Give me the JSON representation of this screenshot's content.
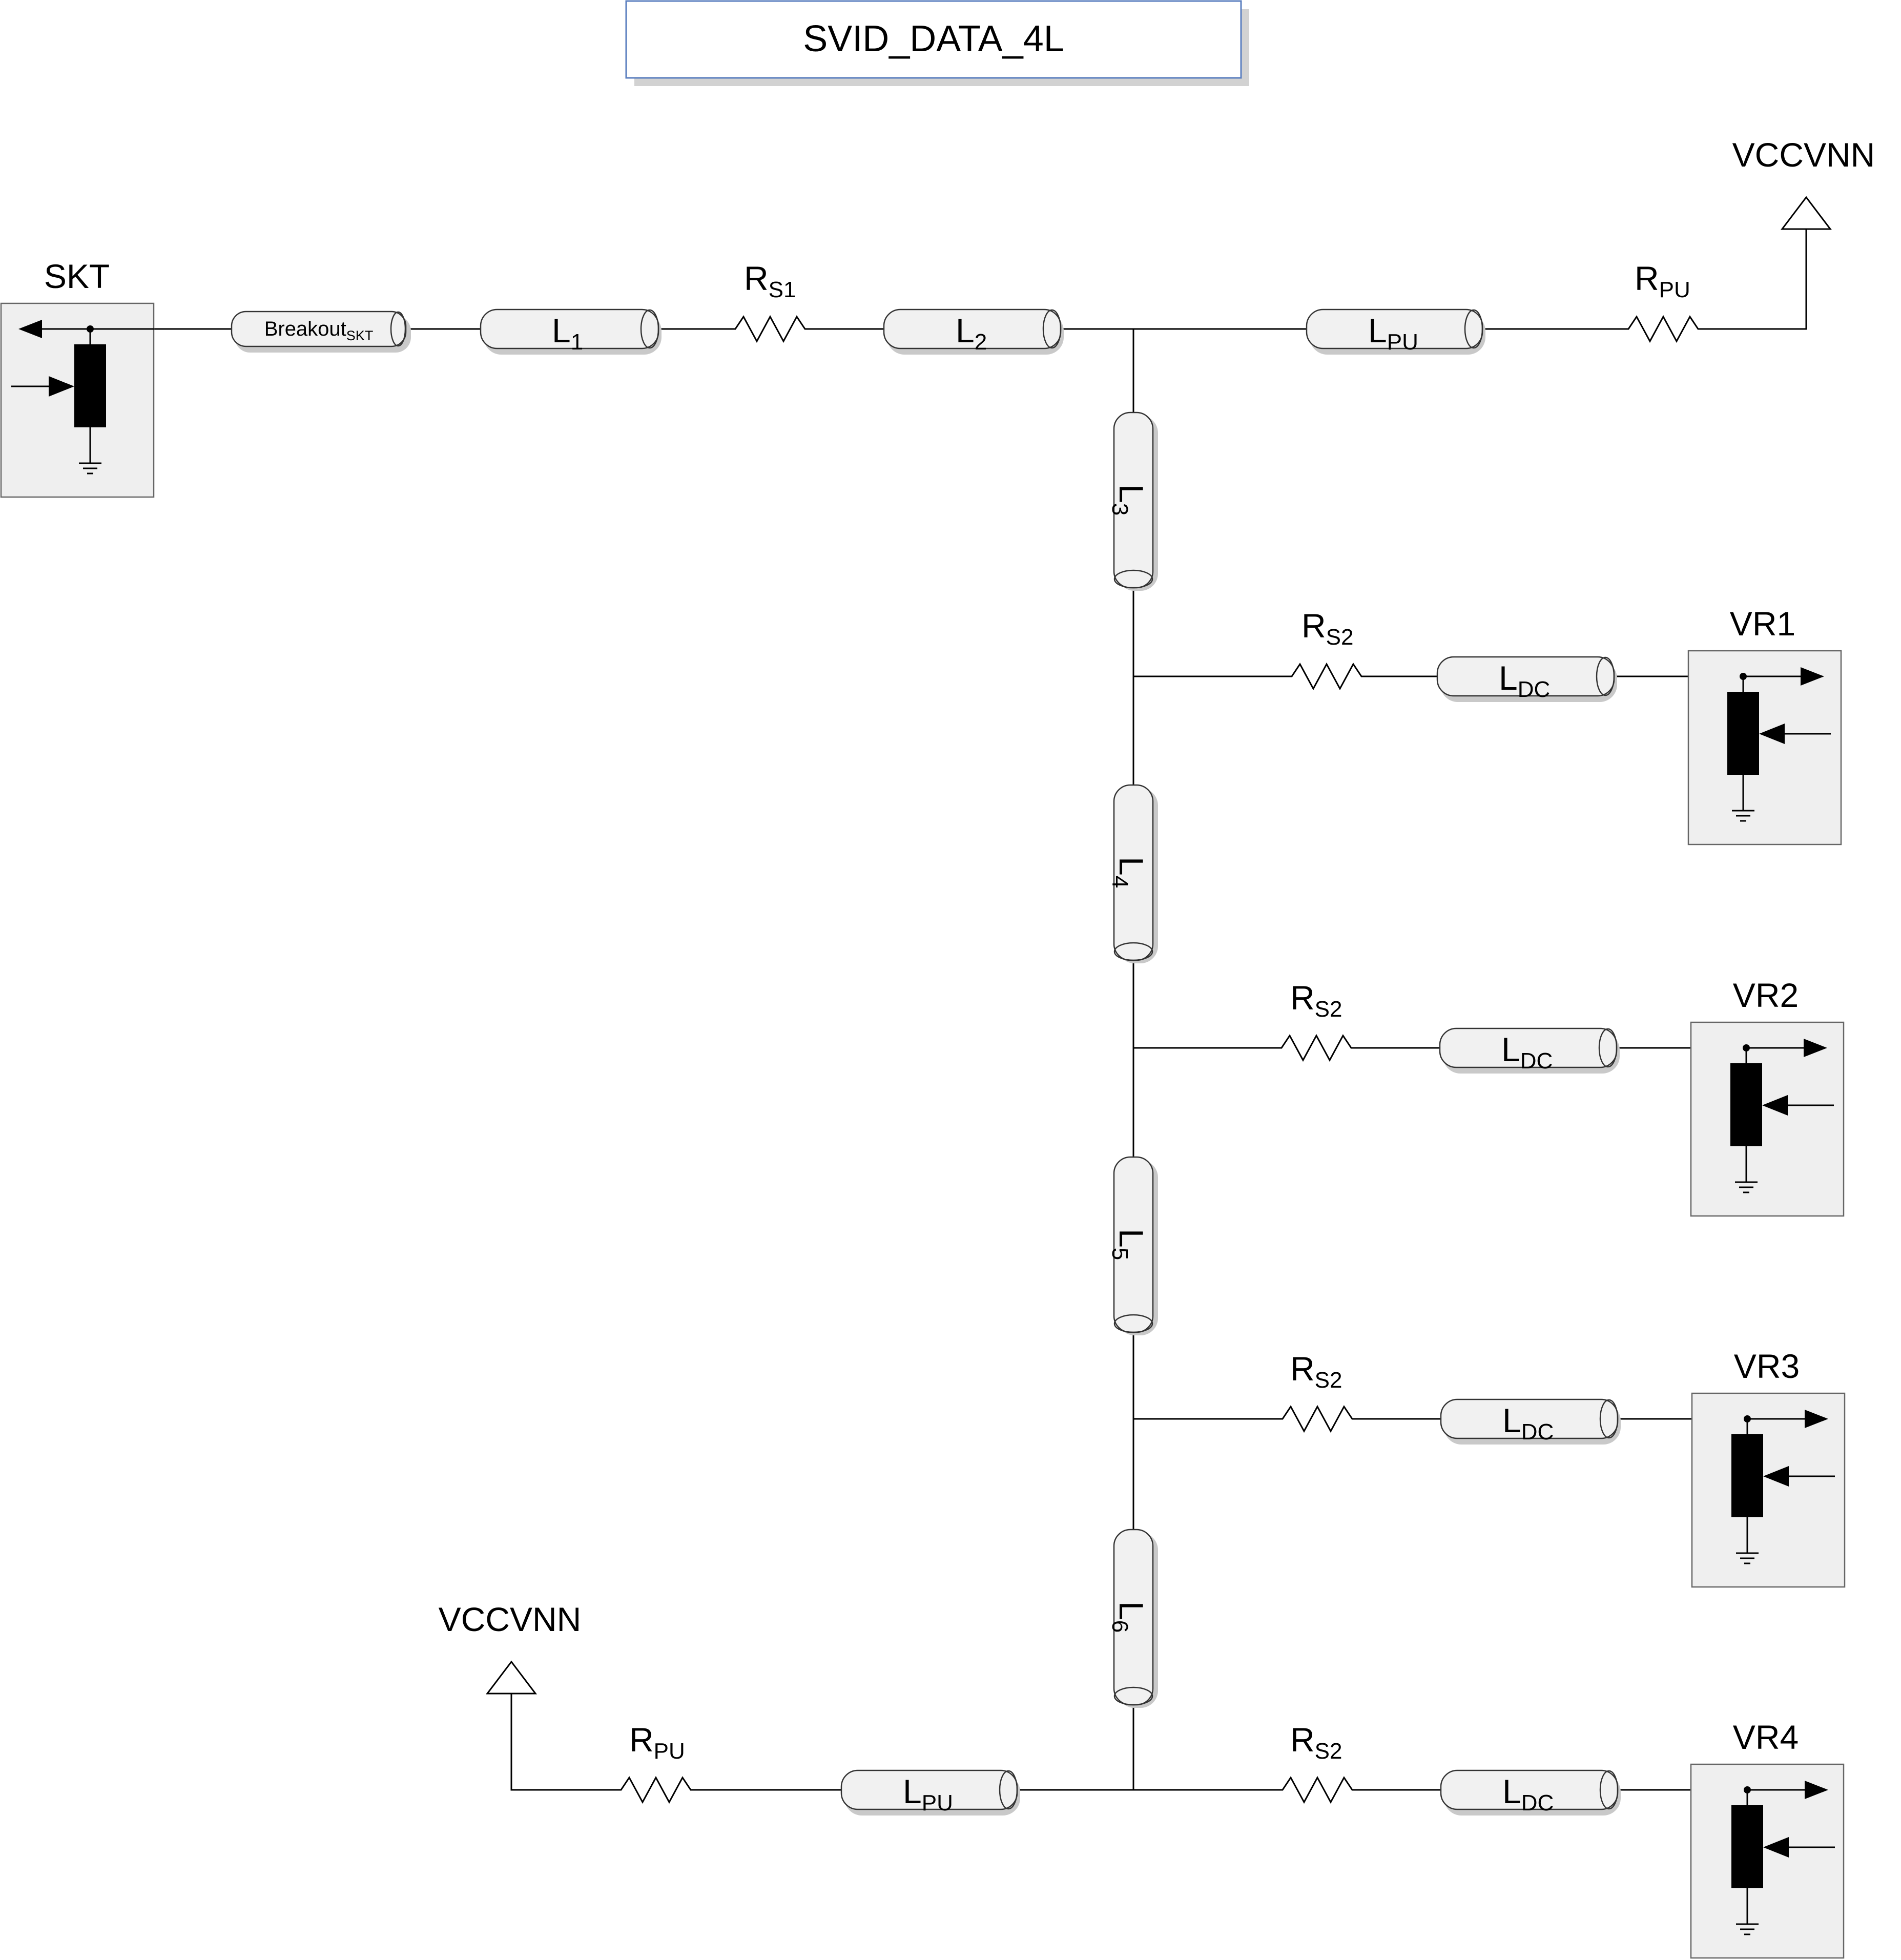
{
  "title": "SVID_DATA_4L",
  "nodes": {
    "skt": "SKT",
    "vr1": "VR1",
    "vr2": "VR2",
    "vr3": "VR3",
    "vr4": "VR4",
    "vcc_top": "VCCVNN",
    "vcc_bottom": "VCCVNN"
  },
  "lines": {
    "breakout": {
      "base": "Breakout",
      "sub": "SKT"
    },
    "l1": {
      "base": "L",
      "sub": "1"
    },
    "l2": {
      "base": "L",
      "sub": "2"
    },
    "l3": {
      "base": "L",
      "sub": "3"
    },
    "l4": {
      "base": "L",
      "sub": "4"
    },
    "l5": {
      "base": "L",
      "sub": "5"
    },
    "l6": {
      "base": "L",
      "sub": "6"
    },
    "lpu_top": {
      "base": "L",
      "sub": "PU"
    },
    "lpu_bottom": {
      "base": "L",
      "sub": "PU"
    },
    "ldc1": {
      "base": "L",
      "sub": "DC"
    },
    "ldc2": {
      "base": "L",
      "sub": "DC"
    },
    "ldc3": {
      "base": "L",
      "sub": "DC"
    },
    "ldc4": {
      "base": "L",
      "sub": "DC"
    }
  },
  "resistors": {
    "rs1": {
      "base": "R",
      "sub": "S1"
    },
    "rpu_top": {
      "base": "R",
      "sub": "PU"
    },
    "rpu_bottom": {
      "base": "R",
      "sub": "PU"
    },
    "rs2_1": {
      "base": "R",
      "sub": "S2"
    },
    "rs2_2": {
      "base": "R",
      "sub": "S2"
    },
    "rs2_3": {
      "base": "R",
      "sub": "S2"
    },
    "rs2_4": {
      "base": "R",
      "sub": "S2"
    }
  }
}
